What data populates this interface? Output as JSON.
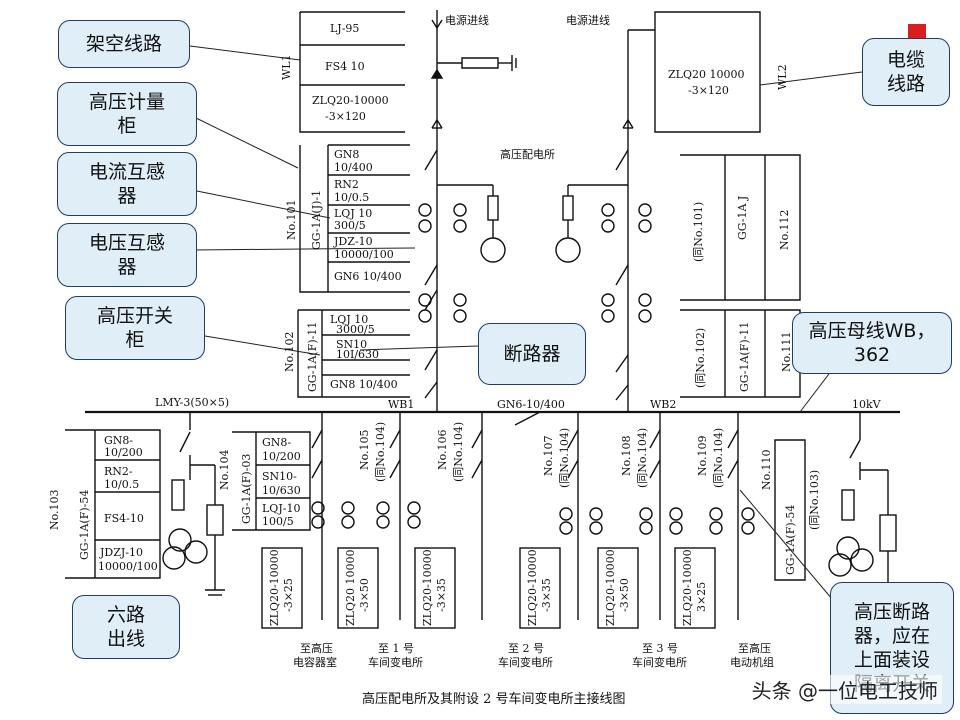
{
  "callouts": {
    "overhead": "架空线路",
    "hv_meter": "高压计量\n柜",
    "ct": "电流互感\n器",
    "pt": "电压互感\n器",
    "hv_switch": "高压开关\n柜",
    "breaker": "断路器",
    "cable": "电缆\n线路",
    "busbar": "高压母线WB，\n362",
    "six_outlets": "六路\n出线",
    "hv_breaker_note": "高压断路\n器，应在\n上面装设\n隔离开关"
  },
  "diagram": {
    "caption": "高压配电所及其附设 2 号车间变电所主接线图",
    "substation": "高压配电所",
    "incoming_1": "电源进线",
    "incoming_2": "电源进线",
    "wl1": "WL1",
    "wl2": "WL2",
    "lj95": "LJ-95",
    "fs4_top": "FS4  10",
    "zlq_left_1": "ZLQ20-10000",
    "zlq_left_2": "-3×120",
    "zlq_right_1": "ZLQ20  10000",
    "zlq_right_2": "-3×120",
    "no101": "No.101",
    "gg1a_101": "GG-1A(J)-1",
    "meter_items": [
      "GN8",
      "10/400",
      "RN2",
      "10/0.5",
      "LQJ  10",
      "300/5",
      "JDZ-10",
      "10000/100",
      "GN6  10/400"
    ],
    "no112": "No.112",
    "gg1a_112": "GG-1A  J",
    "same101": "(同No.101)",
    "no102": "No.102",
    "gg1a_102": "GG-1A(F)-11",
    "sw_items": [
      "LQJ  10",
      "3000/5",
      "SN10",
      "10I/630",
      "GN8  10/400"
    ],
    "no111": "No.111",
    "gg1a_111": "GG-1A(F)-11",
    "same102": "(同No.102)",
    "lmy": "LMY-3(50×5)",
    "wb1": "WB1",
    "gn6_tie": "GN6-10/400",
    "wb2": "WB2",
    "kv10": "10kV",
    "no103": "No.103",
    "gg1a_54": "GG-1A(F)-54",
    "pt_items": [
      "GN8-",
      "10/200",
      "RN2-",
      "10/0.5",
      "FS4-10",
      "JDZJ-10",
      "10000/100"
    ],
    "no104": "No.104",
    "gg1a_03": "GG-1A(F)-03",
    "feeder_items": [
      "GN8-",
      "10/200",
      "SN10-",
      "10/630",
      "LQJ-10",
      "100/5"
    ],
    "feeders": [
      {
        "no": "No.105",
        "same": "(同No.104)",
        "cable": "ZLQ20-10000",
        "size": "-3×25"
      },
      {
        "no": "No.106",
        "same": "(同No.104)",
        "cable": "ZLQ20  10000",
        "size": "-3×50"
      },
      {
        "no": "No.107",
        "same": "(同No.104)",
        "cable": "ZLQ20-10000",
        "size": "-3×35"
      },
      {
        "no": "No.108",
        "same": "(同No.104)",
        "cable": "ZLQ20-10000",
        "size": "-3×35"
      },
      {
        "no": "No.109",
        "same": "(同No.104)",
        "cable": "ZLQ20-10000",
        "size": "-3×50"
      },
      {
        "no": "No.110",
        "same": "",
        "cable": "ZLQ20-10000",
        "size": "3×25"
      }
    ],
    "dest": [
      "至高压",
      "电容器室",
      "至 1 号",
      "车间变电所",
      "至 2 号",
      "车间变电所",
      "至 3 号",
      "车间变电所",
      "至高压",
      "电动机组"
    ],
    "gg1a_110": "GG-1A(F)-54",
    "same103": "(同No.103)"
  },
  "watermark": "头条 @一位电工技师",
  "colors": {
    "callout_fill": "#dfeef7",
    "callout_border": "#1f3c66",
    "line": "#111111",
    "mark": "#d81e1e"
  }
}
